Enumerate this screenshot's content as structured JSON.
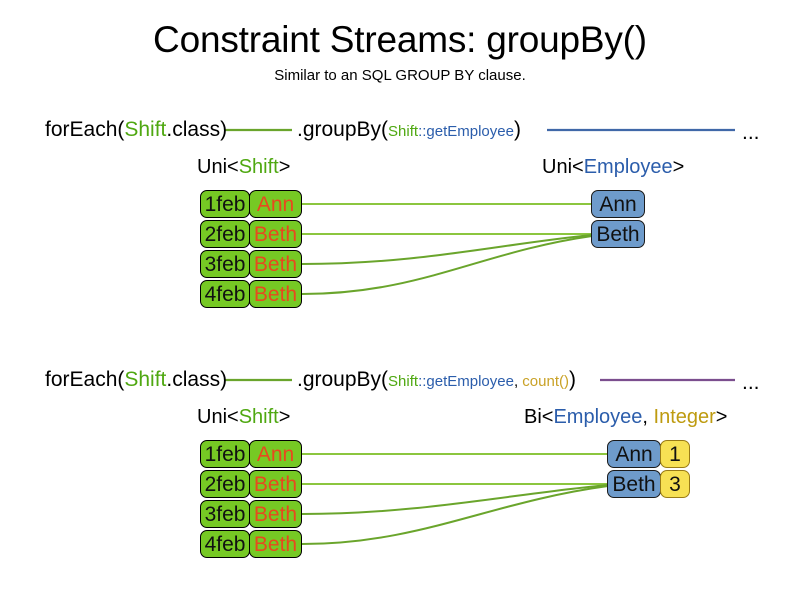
{
  "header": {
    "title": "Constraint Streams: groupBy()",
    "subtitle": "Similar to an SQL GROUP BY clause."
  },
  "colors": {
    "shift_green": "#76C924",
    "shift_name_text": "#E8491E",
    "employee_blue": "#6E9BCB",
    "count_yellow": "#F7E154",
    "green_line": "#6AA52C",
    "blue_line": "#4068A8",
    "purple_line": "#7B4E8E",
    "keyword_green": "#4FA811",
    "keyword_blue": "#2B5DAB",
    "keyword_gold": "#C9A227"
  },
  "sections": [
    {
      "id": "section-groupby-single",
      "code": {
        "for_each_prefix": "forEach(",
        "for_each_type": "Shift",
        "for_each_suffix": ".class)",
        "group_by_prefix": ".groupBy(",
        "group_by_class": "Shift",
        "group_by_method": "::getEmployee",
        "group_by_suffix": ")",
        "ellipsis": "..."
      },
      "left_label": {
        "open": "Uni<",
        "type": "Shift",
        "close": ">"
      },
      "right_label": {
        "open": "Uni<",
        "type": "Employee",
        "close": ">"
      },
      "shifts": [
        {
          "date": "1feb",
          "employee": "Ann"
        },
        {
          "date": "2feb",
          "employee": "Beth"
        },
        {
          "date": "3feb",
          "employee": "Beth"
        },
        {
          "date": "4feb",
          "employee": "Beth"
        }
      ],
      "groups": [
        {
          "employee": "Ann"
        },
        {
          "employee": "Beth"
        }
      ]
    },
    {
      "id": "section-groupby-count",
      "code": {
        "for_each_prefix": "forEach(",
        "for_each_type": "Shift",
        "for_each_suffix": ".class)",
        "group_by_prefix": ".groupBy(",
        "group_by_class": "Shift",
        "group_by_method": "::getEmployee",
        "group_by_separator": ", ",
        "group_by_collector": "count()",
        "group_by_suffix": ")",
        "ellipsis": "..."
      },
      "left_label": {
        "open": "Uni<",
        "type": "Shift",
        "close": ">"
      },
      "right_label": {
        "open": "Bi<",
        "type": "Employee",
        "separator": ", ",
        "type2": "Integer",
        "close": ">"
      },
      "shifts": [
        {
          "date": "1feb",
          "employee": "Ann"
        },
        {
          "date": "2feb",
          "employee": "Beth"
        },
        {
          "date": "3feb",
          "employee": "Beth"
        },
        {
          "date": "4feb",
          "employee": "Beth"
        }
      ],
      "groups": [
        {
          "employee": "Ann",
          "count": "1"
        },
        {
          "employee": "Beth",
          "count": "3"
        }
      ]
    }
  ]
}
